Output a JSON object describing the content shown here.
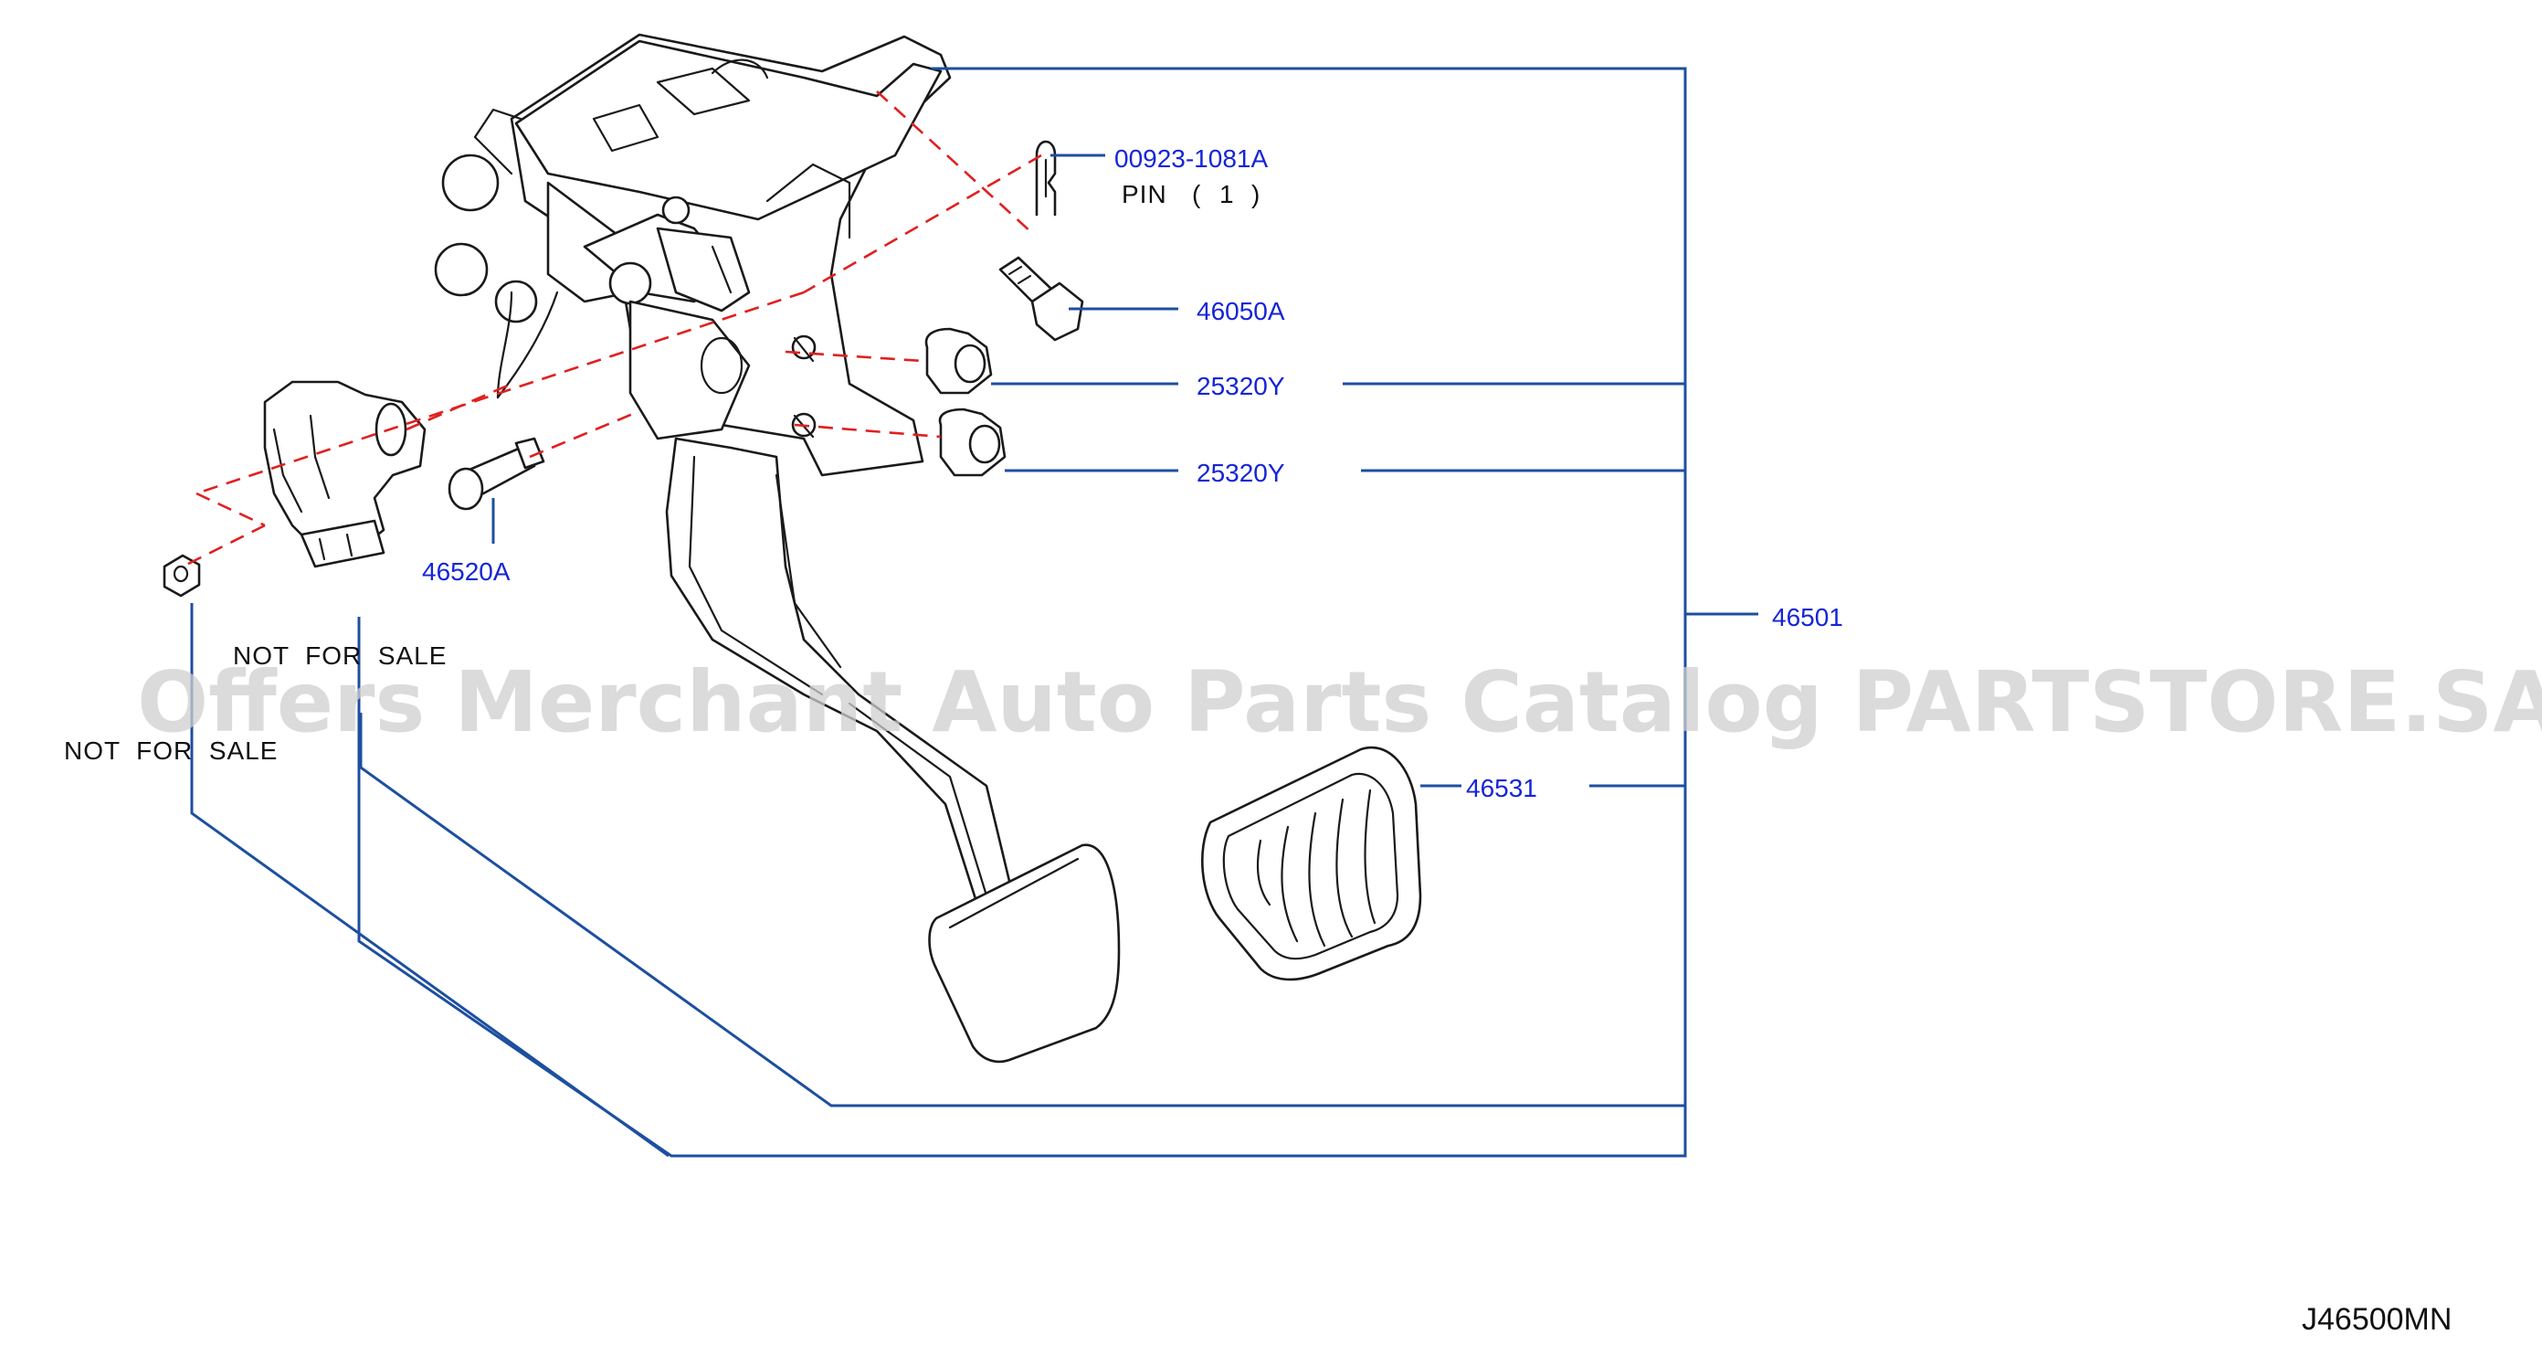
{
  "watermark": "Offers Merchant Auto Parts Catalog PARTSTORE.SA",
  "drawing_number": "J46500MN",
  "callouts": {
    "c00923": "00923-1081A",
    "pin_label": "PIN",
    "pin_open": "(",
    "pin_qty": "1",
    "pin_close": ")",
    "c46050a": "46050A",
    "c25320y_upper": "25320Y",
    "c25320y_lower": "25320Y",
    "c46520a": "46520A",
    "c46501": "46501",
    "c46531": "46531"
  },
  "notes": {
    "nfs_upper": "NOT  FOR  SALE",
    "nfs_lower": "NOT  FOR  SALE"
  },
  "colors": {
    "leader": "#1d4fa0",
    "callout_text": "#1525d6",
    "dashed_guides": "#e02020",
    "watermark": "#cfcfcf"
  }
}
